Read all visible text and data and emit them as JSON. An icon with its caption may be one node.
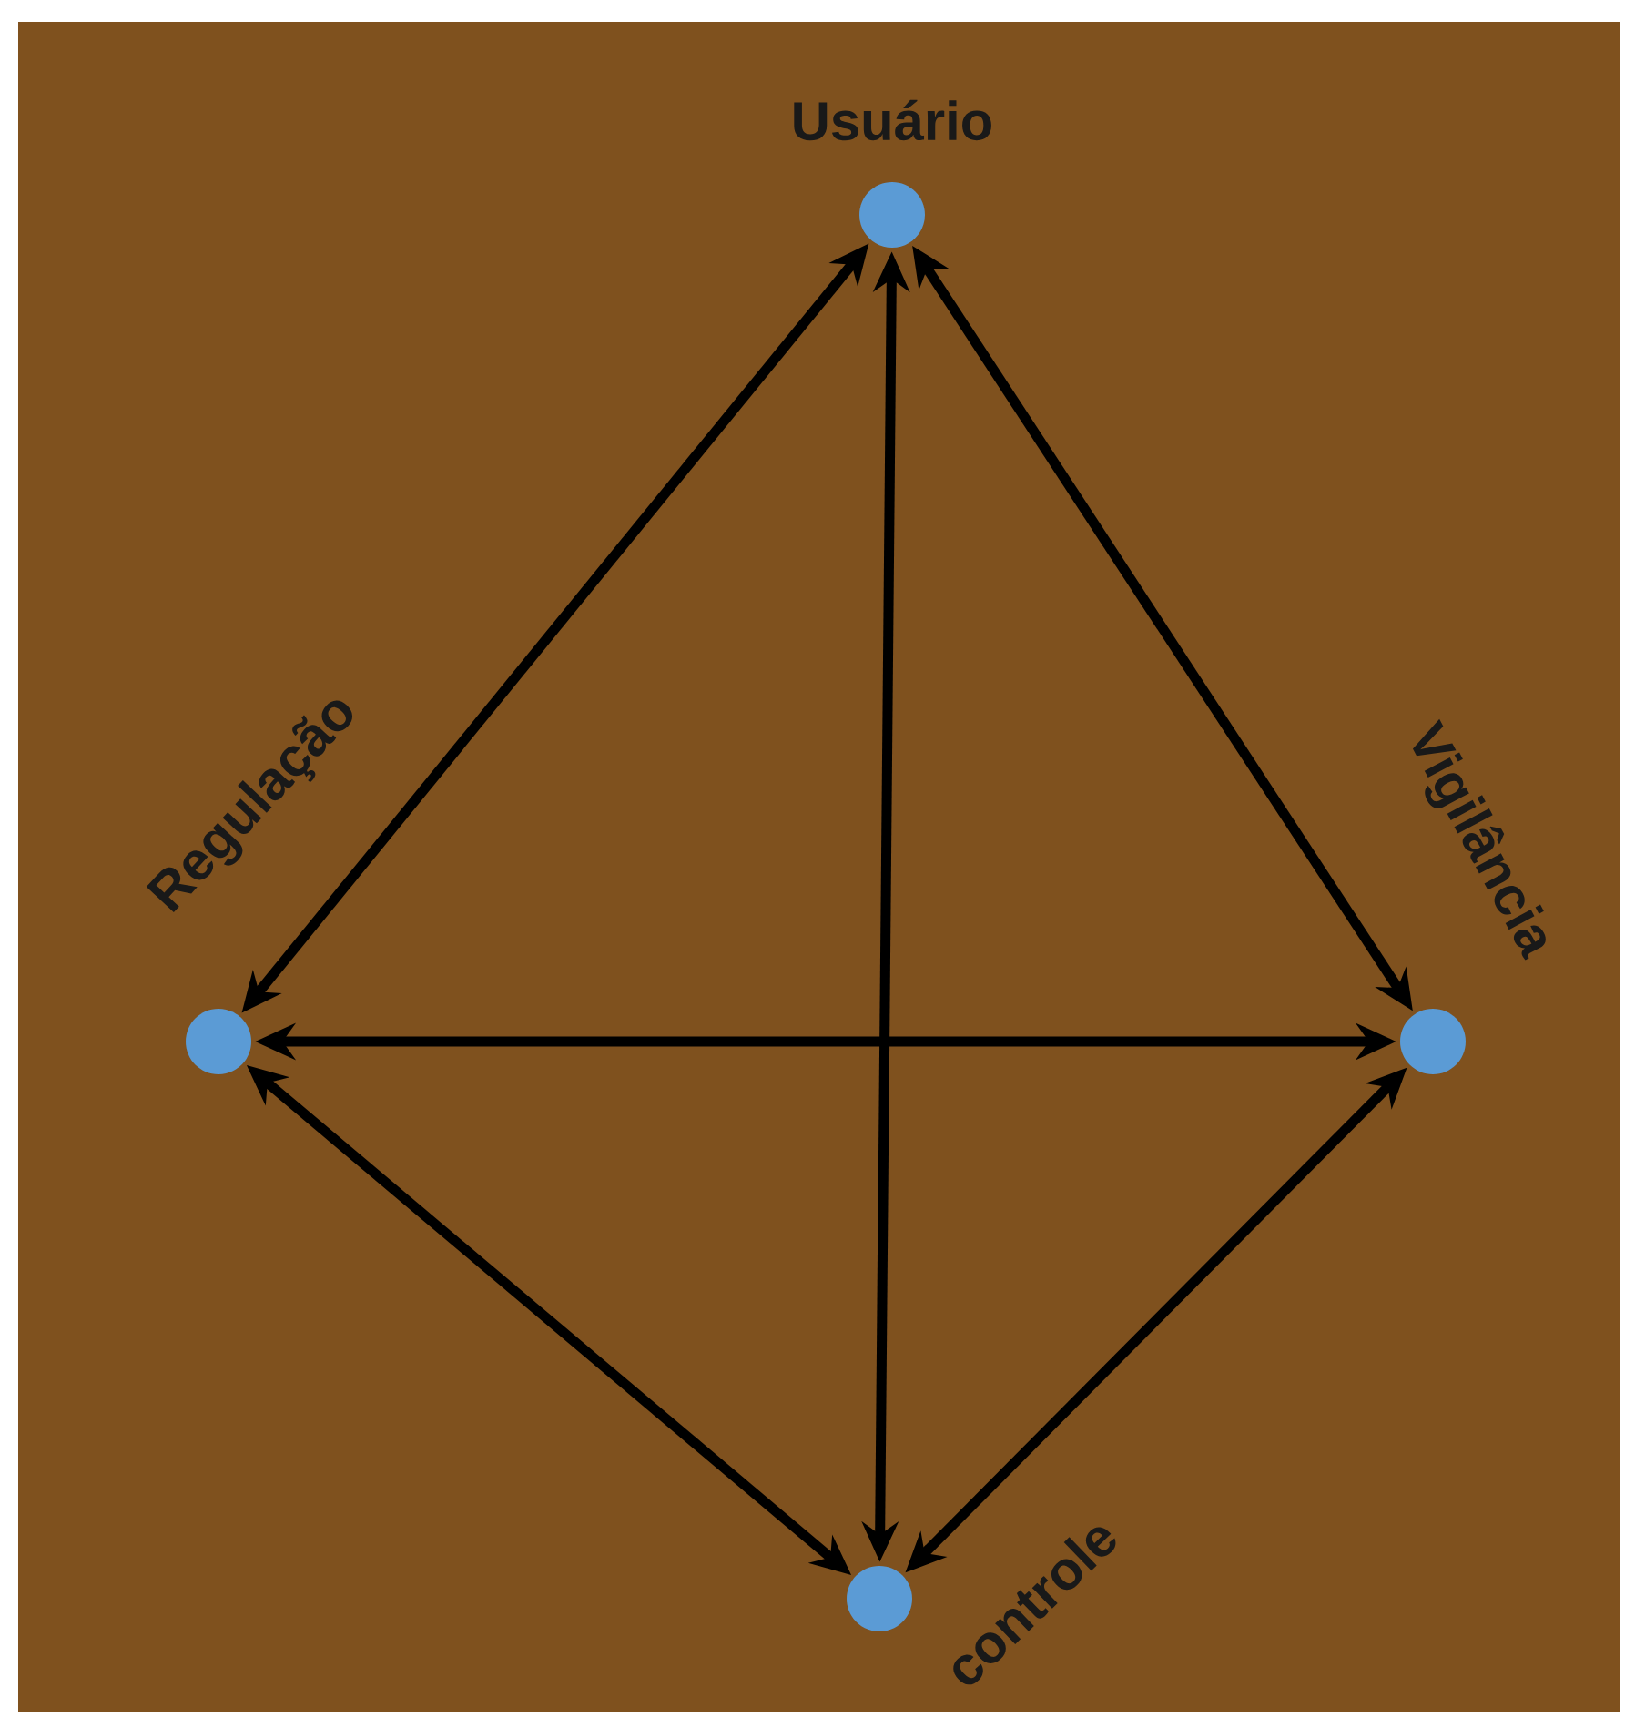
{
  "diagram": {
    "nodes": [
      {
        "text": [
          "Usuário"
        ]
      },
      {
        "text": [
          "Regulação"
        ]
      },
      {
        "text": [
          "Vigilância"
        ]
      },
      {
        "text": [
          "controle"
        ]
      }
    ],
    "edges": [
      {
        "from": 1,
        "to": 0,
        "arrow": "both"
      },
      {
        "from": 3,
        "to": 0,
        "arrow": "both"
      },
      {
        "from": 2,
        "to": 0,
        "arrow": "both"
      },
      {
        "from": 1,
        "to": 2,
        "arrow": "both"
      },
      {
        "from": 1,
        "to": 3,
        "arrow": "both"
      },
      {
        "from": 2,
        "to": 3,
        "arrow": "both"
      }
    ]
  }
}
